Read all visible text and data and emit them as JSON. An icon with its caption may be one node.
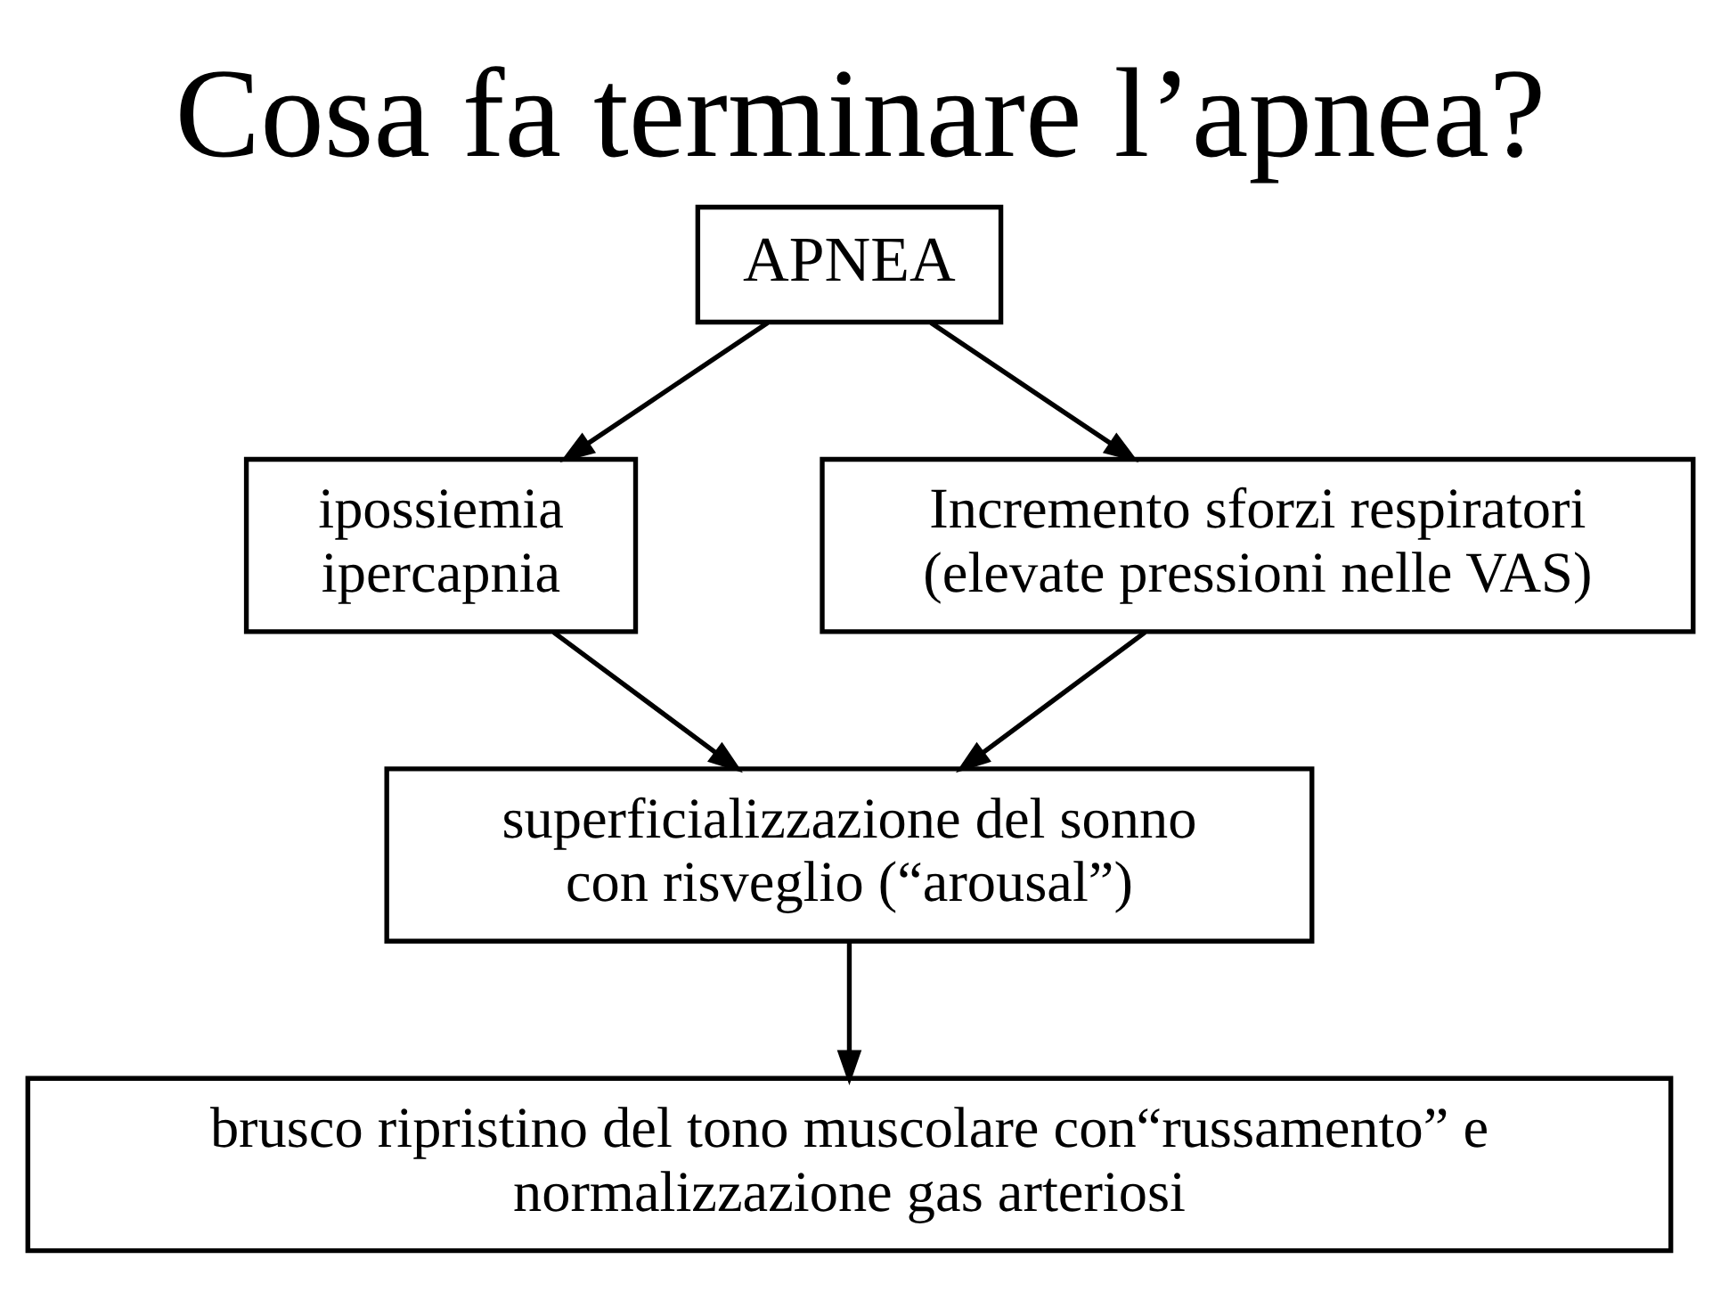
{
  "diagram": {
    "title": "Cosa fa terminare l’apnea?",
    "nodes": [
      {
        "text": [
          "APNEA"
        ]
      },
      {
        "text": [
          "ipossiemia ipercapnia"
        ]
      },
      {
        "text": [
          "Incremento sforzi respiratori (elevate pressioni nelle VAS)"
        ]
      },
      {
        "text": [
          "superficializzazione del sonno con risveglio (“arousal”)"
        ]
      },
      {
        "text": [
          "brusco ripristino del tono muscolare con“russamento” e normalizzazione gas arteriosi"
        ]
      }
    ],
    "edges": [
      {
        "from": 0,
        "to": 1,
        "arrow": "to"
      },
      {
        "from": 0,
        "to": 2,
        "arrow": "to"
      },
      {
        "from": 1,
        "to": 3,
        "arrow": "to"
      },
      {
        "from": 2,
        "to": 3,
        "arrow": "to"
      },
      {
        "from": 3,
        "to": 4,
        "arrow": "to"
      }
    ]
  }
}
